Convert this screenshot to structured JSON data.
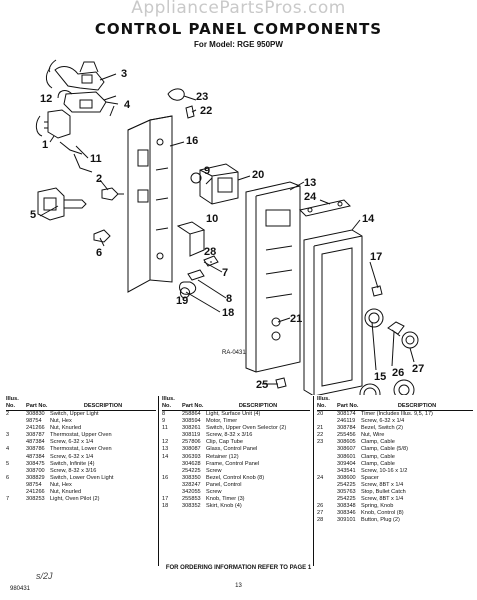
{
  "watermark": "AppliancePartsPros.com",
  "title": "CONTROL PANEL COMPONENTS",
  "subtitle": "For Model: RGE 950PW",
  "diagram_code": "RA-0431",
  "callouts": [
    "3",
    "12",
    "4",
    "1",
    "11",
    "2",
    "5",
    "6",
    "23",
    "22",
    "16",
    "9",
    "20",
    "13",
    "24",
    "14",
    "7",
    "28",
    "8",
    "18",
    "17",
    "21",
    "25",
    "15",
    "26",
    "27",
    "10",
    "19"
  ],
  "table_headers": {
    "illus": "Illus. No.",
    "part": "Part No.",
    "description": "DESCRIPTION"
  },
  "columns": [
    [
      {
        "illus": "2",
        "part": "308830",
        "desc": "Switch, Upper Light"
      },
      {
        "illus": "",
        "part": "98754",
        "desc": "Nut, Hex"
      },
      {
        "illus": "",
        "part": "241266",
        "desc": "Nut, Knurled"
      },
      {
        "illus": "3",
        "part": "308787",
        "desc": "Thermostat, Upper Oven"
      },
      {
        "illus": "",
        "part": "487384",
        "desc": "Screw, 6-32 x 1/4"
      },
      {
        "illus": "4",
        "part": "308786",
        "desc": "Thermostat, Lower Oven"
      },
      {
        "illus": "",
        "part": "487384",
        "desc": "Screw, 6-32 x 1/4"
      },
      {
        "illus": "5",
        "part": "308475",
        "desc": "Switch, Infinite (4)"
      },
      {
        "illus": "",
        "part": "308700",
        "desc": "Screw, 8-32 x 3/16"
      },
      {
        "illus": "6",
        "part": "308829",
        "desc": "Switch, Lower Oven Light"
      },
      {
        "illus": "",
        "part": "98754",
        "desc": "Nut, Hex"
      },
      {
        "illus": "",
        "part": "241266",
        "desc": "Nut, Knurled"
      },
      {
        "illus": "7",
        "part": "308253",
        "desc": "Light, Oven Pilot (2)"
      }
    ],
    [
      {
        "illus": "8",
        "part": "258864",
        "desc": "Light, Surface Unit (4)"
      },
      {
        "illus": "9",
        "part": "308594",
        "desc": "Motor, Timer"
      },
      {
        "illus": "11",
        "part": "308261",
        "desc": "Switch, Upper Oven Selector (2)"
      },
      {
        "illus": "",
        "part": "308119",
        "desc": "Screw, 8-32 x 3/16"
      },
      {
        "illus": "12",
        "part": "257806",
        "desc": "Clip, Cap Tube"
      },
      {
        "illus": "13",
        "part": "308087",
        "desc": "Glass, Control Panel"
      },
      {
        "illus": "14",
        "part": "306393",
        "desc": "Retainer (12)"
      },
      {
        "illus": "",
        "part": "304628",
        "desc": "Frame, Control Panel"
      },
      {
        "illus": "",
        "part": "254225",
        "desc": "Screw"
      },
      {
        "illus": "16",
        "part": "308350",
        "desc": "Bezel, Control Knob (8)"
      },
      {
        "illus": "",
        "part": "328247",
        "desc": "Panel, Control"
      },
      {
        "illus": "",
        "part": "342055",
        "desc": "Screw"
      },
      {
        "illus": "17",
        "part": "255853",
        "desc": "Knob, Timer (3)"
      },
      {
        "illus": "18",
        "part": "308352",
        "desc": "Skirt, Knob (4)"
      }
    ],
    [
      {
        "illus": "20",
        "part": "308174",
        "desc": "Timer (Includes Illus. 9,5, 17)"
      },
      {
        "illus": "",
        "part": "246119",
        "desc": "Screw, 6-32 x 1/4"
      },
      {
        "illus": "21",
        "part": "308784",
        "desc": "Bezel, Switch (2)"
      },
      {
        "illus": "22",
        "part": "255456",
        "desc": "Nut, Wire"
      },
      {
        "illus": "23",
        "part": "308605",
        "desc": "Clamp, Cable"
      },
      {
        "illus": "",
        "part": "308607",
        "desc": "Clamp, Cable (5/8)"
      },
      {
        "illus": "",
        "part": "308601",
        "desc": "Clamp, Cable"
      },
      {
        "illus": "",
        "part": "309404",
        "desc": "Clamp, Cable"
      },
      {
        "illus": "",
        "part": "343541",
        "desc": "Screw, 10-16 x 1/2"
      },
      {
        "illus": "24",
        "part": "308600",
        "desc": "Spacer"
      },
      {
        "illus": "",
        "part": "254225",
        "desc": "Screw, 8BT x 1/4"
      },
      {
        "illus": "",
        "part": "305763",
        "desc": "Stop, Bullet Catch"
      },
      {
        "illus": "",
        "part": "254225",
        "desc": "Screw, 8BT x 1/4"
      },
      {
        "illus": "26",
        "part": "308348",
        "desc": "Spring, Knob"
      },
      {
        "illus": "27",
        "part": "308346",
        "desc": "Knob, Control (8)"
      },
      {
        "illus": "28",
        "part": "309101",
        "desc": "Button, Plug (2)"
      }
    ]
  ],
  "footer_note": "FOR ORDERING INFORMATION REFER TO PAGE 1",
  "page_number": "13",
  "footer_code": "980431",
  "signature": "s/2J"
}
